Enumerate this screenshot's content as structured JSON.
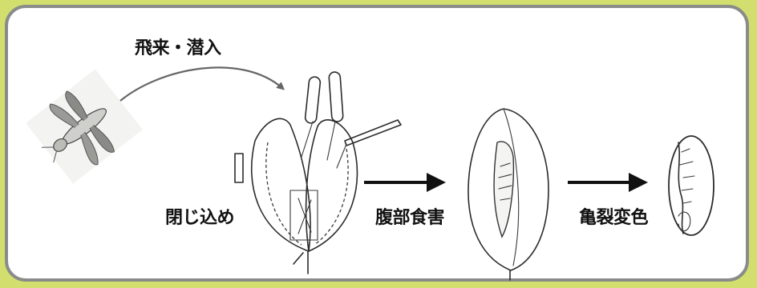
{
  "labels": {
    "invasion": "飛来・潜入",
    "trapped": "閉じ込め",
    "abdomen_feeding": "腹部食害",
    "crack_discolor": "亀裂変色"
  },
  "colors": {
    "background": "#d2df6e",
    "panel": "#ffffff",
    "panel_border": "#8a8c8a",
    "ink": "#2b2b2b",
    "curved_arrow": "#666666"
  }
}
